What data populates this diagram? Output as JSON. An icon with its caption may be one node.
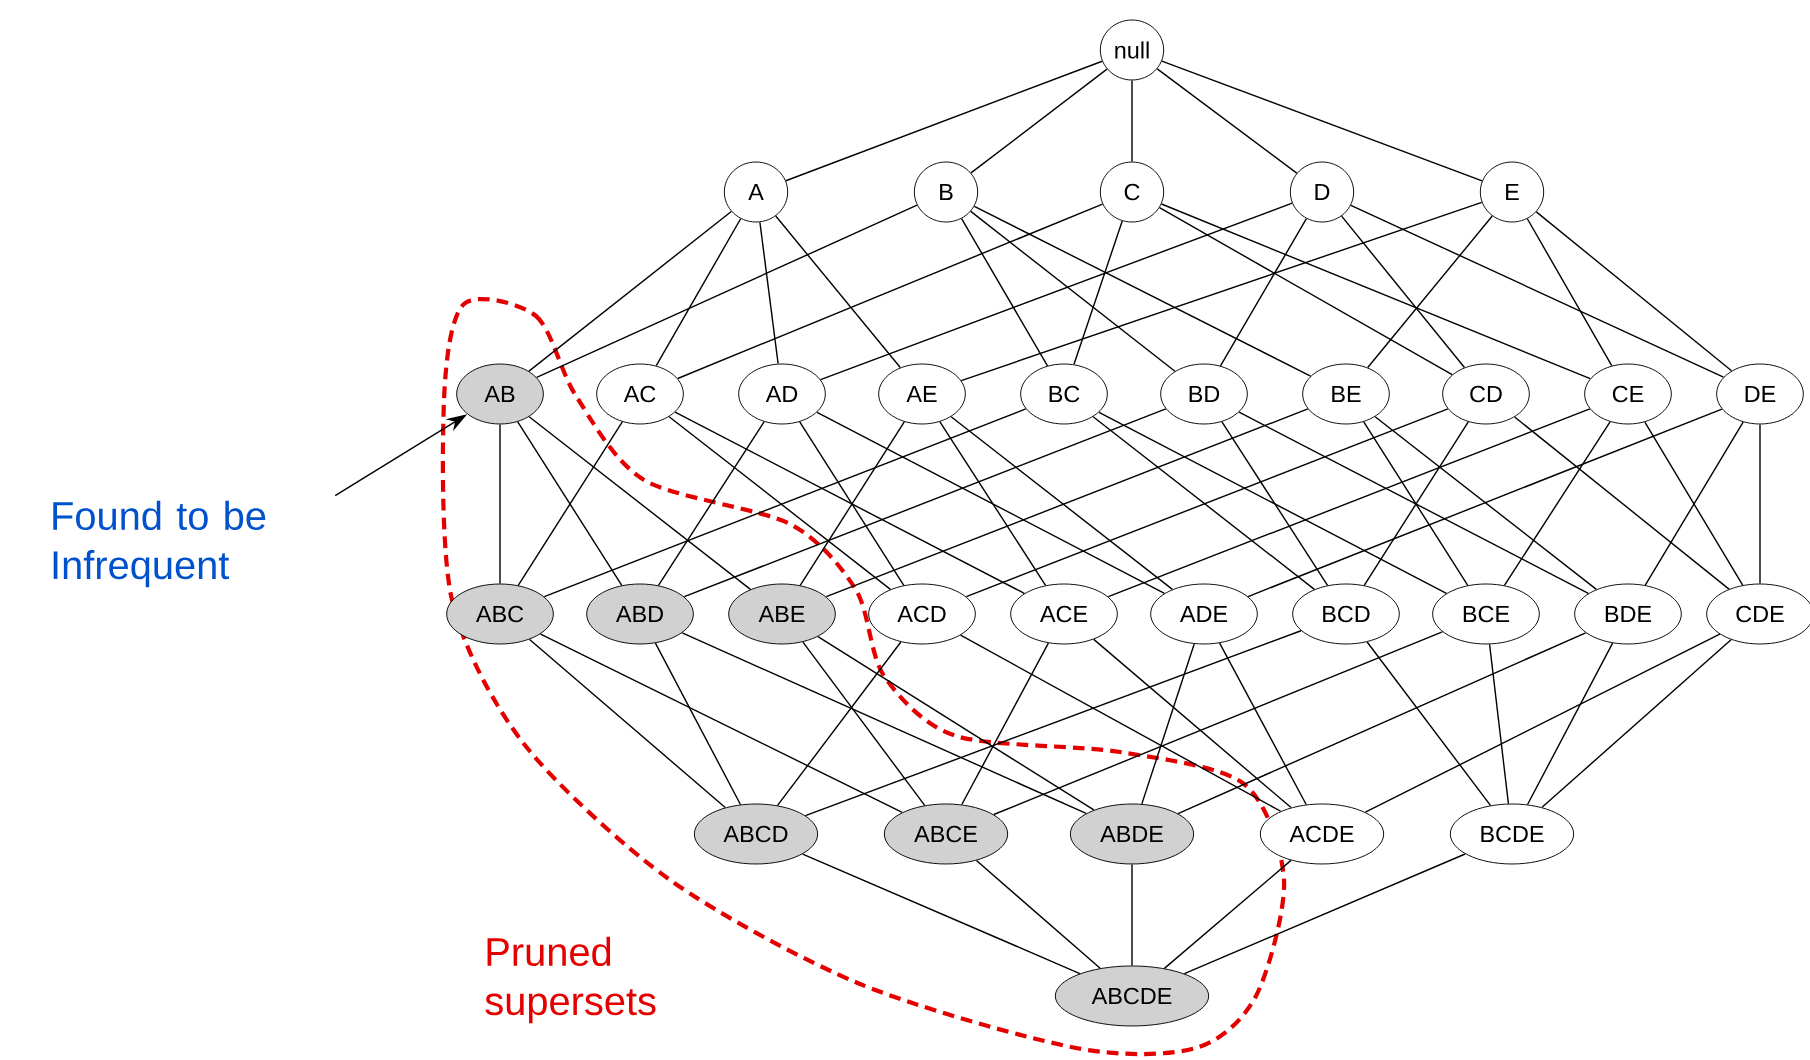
{
  "diagram": {
    "nodes": [
      {
        "text": [
          "null"
        ]
      },
      {
        "text": [
          "A"
        ]
      },
      {
        "text": [
          "B"
        ]
      },
      {
        "text": [
          "C"
        ]
      },
      {
        "text": [
          "D"
        ]
      },
      {
        "text": [
          "E"
        ]
      },
      {
        "text": [
          "AB"
        ]
      },
      {
        "text": [
          "AC"
        ]
      },
      {
        "text": [
          "AD"
        ]
      },
      {
        "text": [
          "AE"
        ]
      },
      {
        "text": [
          "BC"
        ]
      },
      {
        "text": [
          "BD"
        ]
      },
      {
        "text": [
          "BE"
        ]
      },
      {
        "text": [
          "CD"
        ]
      },
      {
        "text": [
          "CE"
        ]
      },
      {
        "text": [
          "DE"
        ]
      },
      {
        "text": [
          "ABC"
        ]
      },
      {
        "text": [
          "ABD"
        ]
      },
      {
        "text": [
          "ABE"
        ]
      },
      {
        "text": [
          "ACD"
        ]
      },
      {
        "text": [
          "ACE"
        ]
      },
      {
        "text": [
          "ADE"
        ]
      },
      {
        "text": [
          "BCD"
        ]
      },
      {
        "text": [
          "BCE"
        ]
      },
      {
        "text": [
          "BDE"
        ]
      },
      {
        "text": [
          "CDE"
        ]
      },
      {
        "text": [
          "ABCD"
        ]
      },
      {
        "text": [
          "ABCE"
        ]
      },
      {
        "text": [
          "ABDE"
        ]
      },
      {
        "text": [
          "ACDE"
        ]
      },
      {
        "text": [
          "BCDE"
        ]
      },
      {
        "text": [
          "ABCDE"
        ]
      },
      {
        "text": [
          "Found to be Infrequent"
        ]
      }
    ],
    "edges": [
      {
        "from": 0,
        "to": 1,
        "arrow": "none"
      },
      {
        "from": 0,
        "to": 2,
        "arrow": "none"
      },
      {
        "from": 0,
        "to": 3,
        "arrow": "none"
      },
      {
        "from": 0,
        "to": 4,
        "arrow": "none"
      },
      {
        "from": 0,
        "to": 5,
        "arrow": "none"
      },
      {
        "from": 1,
        "to": 6,
        "arrow": "none"
      },
      {
        "from": 1,
        "to": 7,
        "arrow": "none"
      },
      {
        "from": 1,
        "to": 8,
        "arrow": "none"
      },
      {
        "from": 1,
        "to": 9,
        "arrow": "none"
      },
      {
        "from": 2,
        "to": 6,
        "arrow": "none"
      },
      {
        "from": 2,
        "to": 10,
        "arrow": "none"
      },
      {
        "from": 2,
        "to": 11,
        "arrow": "none"
      },
      {
        "from": 2,
        "to": 12,
        "arrow": "none"
      },
      {
        "from": 3,
        "to": 7,
        "arrow": "none"
      },
      {
        "from": 3,
        "to": 10,
        "arrow": "none"
      },
      {
        "from": 3,
        "to": 13,
        "arrow": "none"
      },
      {
        "from": 3,
        "to": 14,
        "arrow": "none"
      },
      {
        "from": 4,
        "to": 8,
        "arrow": "none"
      },
      {
        "from": 4,
        "to": 11,
        "arrow": "none"
      },
      {
        "from": 4,
        "to": 13,
        "arrow": "none"
      },
      {
        "from": 4,
        "to": 15,
        "arrow": "none"
      },
      {
        "from": 5,
        "to": 9,
        "arrow": "none"
      },
      {
        "from": 5,
        "to": 12,
        "arrow": "none"
      },
      {
        "from": 5,
        "to": 14,
        "arrow": "none"
      },
      {
        "from": 5,
        "to": 15,
        "arrow": "none"
      },
      {
        "from": 6,
        "to": 16,
        "arrow": "none"
      },
      {
        "from": 6,
        "to": 17,
        "arrow": "none"
      },
      {
        "from": 6,
        "to": 18,
        "arrow": "none"
      },
      {
        "from": 7,
        "to": 16,
        "arrow": "none"
      },
      {
        "from": 7,
        "to": 19,
        "arrow": "none"
      },
      {
        "from": 7,
        "to": 20,
        "arrow": "none"
      },
      {
        "from": 8,
        "to": 17,
        "arrow": "none"
      },
      {
        "from": 8,
        "to": 19,
        "arrow": "none"
      },
      {
        "from": 8,
        "to": 21,
        "arrow": "none"
      },
      {
        "from": 9,
        "to": 18,
        "arrow": "none"
      },
      {
        "from": 9,
        "to": 20,
        "arrow": "none"
      },
      {
        "from": 9,
        "to": 21,
        "arrow": "none"
      },
      {
        "from": 10,
        "to": 16,
        "arrow": "none"
      },
      {
        "from": 10,
        "to": 22,
        "arrow": "none"
      },
      {
        "from": 10,
        "to": 23,
        "arrow": "none"
      },
      {
        "from": 11,
        "to": 17,
        "arrow": "none"
      },
      {
        "from": 11,
        "to": 22,
        "arrow": "none"
      },
      {
        "from": 11,
        "to": 24,
        "arrow": "none"
      },
      {
        "from": 12,
        "to": 18,
        "arrow": "none"
      },
      {
        "from": 12,
        "to": 23,
        "arrow": "none"
      },
      {
        "from": 12,
        "to": 24,
        "arrow": "none"
      },
      {
        "from": 13,
        "to": 19,
        "arrow": "none"
      },
      {
        "from": 13,
        "to": 22,
        "arrow": "none"
      },
      {
        "from": 13,
        "to": 25,
        "arrow": "none"
      },
      {
        "from": 14,
        "to": 20,
        "arrow": "none"
      },
      {
        "from": 14,
        "to": 23,
        "arrow": "none"
      },
      {
        "from": 14,
        "to": 25,
        "arrow": "none"
      },
      {
        "from": 15,
        "to": 21,
        "arrow": "none"
      },
      {
        "from": 15,
        "to": 24,
        "arrow": "none"
      },
      {
        "from": 15,
        "to": 25,
        "arrow": "none"
      },
      {
        "from": 16,
        "to": 26,
        "arrow": "none"
      },
      {
        "from": 16,
        "to": 27,
        "arrow": "none"
      },
      {
        "from": 17,
        "to": 26,
        "arrow": "none"
      },
      {
        "from": 17,
        "to": 28,
        "arrow": "none"
      },
      {
        "from": 18,
        "to": 27,
        "arrow": "none"
      },
      {
        "from": 18,
        "to": 28,
        "arrow": "none"
      },
      {
        "from": 19,
        "to": 26,
        "arrow": "none"
      },
      {
        "from": 19,
        "to": 29,
        "arrow": "none"
      },
      {
        "from": 20,
        "to": 27,
        "arrow": "none"
      },
      {
        "from": 20,
        "to": 29,
        "arrow": "none"
      },
      {
        "from": 21,
        "to": 28,
        "arrow": "none"
      },
      {
        "from": 21,
        "to": 29,
        "arrow": "none"
      },
      {
        "from": 22,
        "to": 26,
        "arrow": "none"
      },
      {
        "from": 22,
        "to": 30,
        "arrow": "none"
      },
      {
        "from": 23,
        "to": 27,
        "arrow": "none"
      },
      {
        "from": 23,
        "to": 30,
        "arrow": "none"
      },
      {
        "from": 24,
        "to": 28,
        "arrow": "none"
      },
      {
        "from": 24,
        "to": 30,
        "arrow": "none"
      },
      {
        "from": 25,
        "to": 29,
        "arrow": "none"
      },
      {
        "from": 25,
        "to": 30,
        "arrow": "none"
      },
      {
        "from": 26,
        "to": 31,
        "arrow": "none"
      },
      {
        "from": 27,
        "to": 31,
        "arrow": "none"
      },
      {
        "from": 28,
        "to": 31,
        "arrow": "none"
      },
      {
        "from": 29,
        "to": 31,
        "arrow": "none"
      },
      {
        "from": 30,
        "to": 31,
        "arrow": "none"
      },
      {
        "from": 32,
        "to": 6,
        "arrow": "to"
      }
    ],
    "labels": [
      "Pruned supersets"
    ]
  }
}
